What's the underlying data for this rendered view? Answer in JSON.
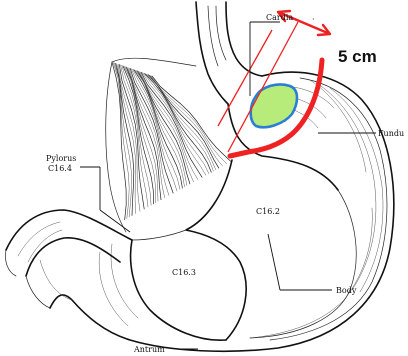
{
  "labels": {
    "cardia": "Cardia",
    "fundus": "Fundu",
    "pylorus_line1": "Pylorus",
    "pylorus_line2": "C16.4",
    "body_code": "C16.2",
    "body": "Body",
    "antrum_code": "C16.3",
    "antrum": "Antrum",
    "measurement": "5 cm"
  },
  "colors": {
    "annotation_red": "#ee2222",
    "tumor_fill": "#b8ec7a",
    "tumor_outline": "#2a7fd4",
    "ink": "#111111"
  }
}
